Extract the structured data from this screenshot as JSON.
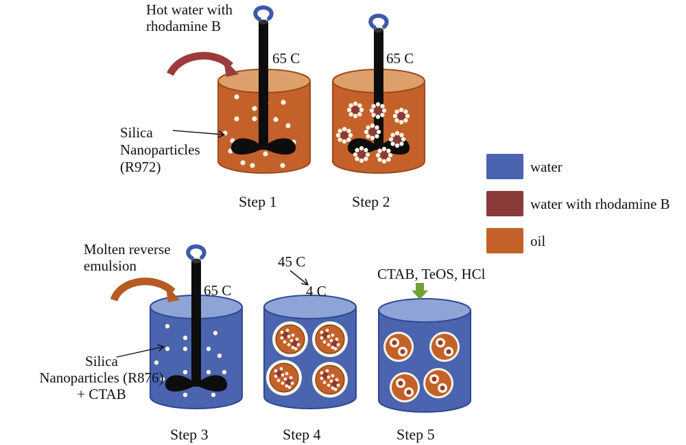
{
  "colors": {
    "water": "#4a64b0",
    "water_top": "#8ea3d6",
    "water_edge": "#2f4891",
    "rhodamine": "#8b3a3a",
    "oil": "#c4612a",
    "oil_top": "#dda06a",
    "oil_edge": "#9a4a1e",
    "particle": "#fdf6e3",
    "stirrer": "#0d0d0d",
    "rotation_arrow": "#3f5aa8",
    "pour_arrow_rhodamine": "#9b3b3b",
    "pour_arrow_oil": "#b75a23",
    "reagent_arrow": "#6ea234"
  },
  "steps": [
    {
      "label": "Step  1",
      "temperature": "65  C",
      "pour_label": [
        "Hot water  with",
        "rhodamine B"
      ],
      "callout": [
        "Silica",
        "Nanoparticles",
        "(R972)"
      ]
    },
    {
      "label": "Step  2",
      "temperature": "65  C"
    },
    {
      "label": "Step  3",
      "temperature": "65  C",
      "pour_label": [
        "Molten reverse",
        "emulsion"
      ],
      "callout": [
        "Silica",
        "Nanoparticles (R876)",
        "+ CTAB"
      ]
    },
    {
      "label": "Step  4",
      "temperature_from": "45 C",
      "temperature_to": "4  C"
    },
    {
      "label": "Step  5",
      "reagents": "CTAB, TeOS, HCl"
    }
  ],
  "legend": [
    {
      "label": "water",
      "color": "#4a64b0"
    },
    {
      "label": "water with rhodamine B",
      "color": "#8b3a3a"
    },
    {
      "label": "oil",
      "color": "#c4612a"
    }
  ]
}
